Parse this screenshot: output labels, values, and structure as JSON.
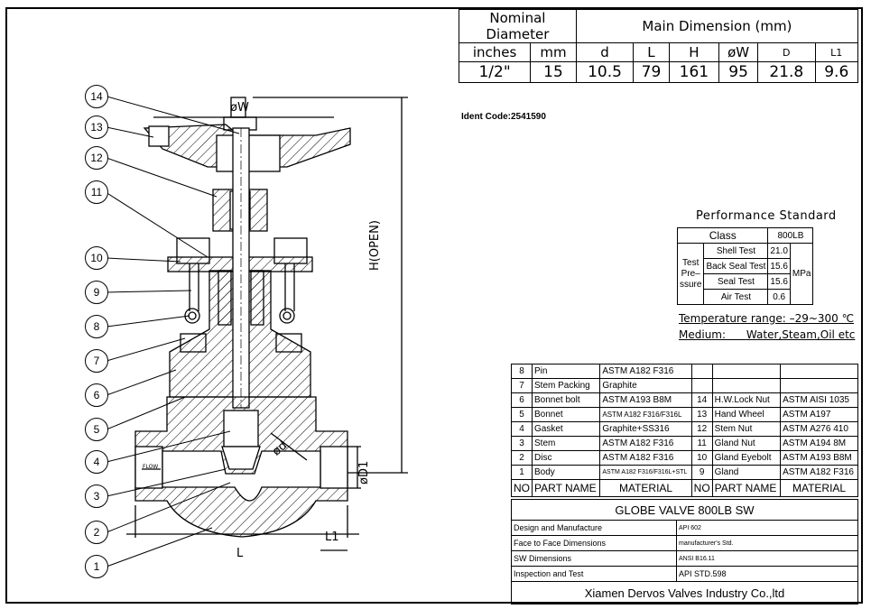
{
  "dimension_table": {
    "nominal_label_1": "Nominal",
    "nominal_label_2": "Diameter",
    "main_dimension_label": "Main Dimension (mm)",
    "columns": [
      "inches",
      "mm",
      "d",
      "L",
      "H",
      "øW",
      "D",
      "L1"
    ],
    "values": [
      "1/2\"",
      "15",
      "10.5",
      "79",
      "161",
      "95",
      "21.8",
      "9.6"
    ]
  },
  "ident_code": "Ident Code:2541590",
  "performance": {
    "title": "Performance Standard",
    "class_label": "Class",
    "class_value": "800LB",
    "test_label_1": "Test",
    "test_label_2": "Pre–",
    "test_label_3": "ssure",
    "unit": "MPa",
    "tests": [
      {
        "name": "Shell Test",
        "value": "21.0"
      },
      {
        "name": "Back Seal Test",
        "value": "15.6"
      },
      {
        "name": "Seal Test",
        "value": "15.6"
      },
      {
        "name": "Air Test",
        "value": "0.6"
      }
    ],
    "temperature": "Temperature range: –29~300 ℃",
    "medium_label": "Medium:",
    "medium_value": "Water,Steam,Oil etc"
  },
  "parts": {
    "left": [
      {
        "no": "8",
        "name": "Pin",
        "material": "ASTM A182 F316"
      },
      {
        "no": "7",
        "name": "Stem Packing",
        "material": "Graphite"
      },
      {
        "no": "6",
        "name": "Bonnet bolt",
        "material": "ASTM A193 B8M"
      },
      {
        "no": "5",
        "name": "Bonnet",
        "material": "ASTM A182 F316/F316L"
      },
      {
        "no": "4",
        "name": "Gasket",
        "material": "Graphite+SS316"
      },
      {
        "no": "3",
        "name": "Stem",
        "material": "ASTM A182 F316"
      },
      {
        "no": "2",
        "name": "Disc",
        "material": "ASTM A182 F316"
      },
      {
        "no": "1",
        "name": "Body",
        "material": "ASTM A182 F316/F316L+STL"
      }
    ],
    "right": [
      {
        "no": "",
        "name": "",
        "material": ""
      },
      {
        "no": "",
        "name": "",
        "material": ""
      },
      {
        "no": "14",
        "name": "H.W.Lock Nut",
        "material": "ASTM AISI 1035"
      },
      {
        "no": "13",
        "name": "Hand Wheel",
        "material": "ASTM A197"
      },
      {
        "no": "12",
        "name": "Stem Nut",
        "material": "ASTM A276 410"
      },
      {
        "no": "11",
        "name": "Gland Nut",
        "material": "ASTM A194 8M"
      },
      {
        "no": "10",
        "name": "Gland Eyebolt",
        "material": "ASTM A193 B8M"
      },
      {
        "no": "9",
        "name": "Gland",
        "material": "ASTM A182 F316"
      }
    ],
    "header_no": "NO",
    "header_name": "PART NAME",
    "header_material": "MATERIAL"
  },
  "spec": {
    "title": "GLOBE VALVE 800LB SW",
    "rows": [
      {
        "label": "Design and Manufacture",
        "value": "API 602"
      },
      {
        "label": "Face to Face Dimensions",
        "value": "manufacturer's Std."
      },
      {
        "label": "SW Dimensions",
        "value": "ANSI B16.11"
      },
      {
        "label": "Inspection and Test",
        "value": "API STD.598"
      }
    ],
    "company": "Xiamen Dervos Valves Industry Co.,ltd"
  },
  "drawing": {
    "dim_w": "øW",
    "dim_h": "H(OPEN)",
    "dim_d1": "øD1",
    "dim_d": "ød",
    "dim_l": "L",
    "dim_l1": "L1",
    "flow": "FLOW",
    "callouts": [
      "14",
      "13",
      "12",
      "11",
      "10",
      "9",
      "8",
      "7",
      "6",
      "5",
      "4",
      "3",
      "2",
      "1"
    ]
  }
}
